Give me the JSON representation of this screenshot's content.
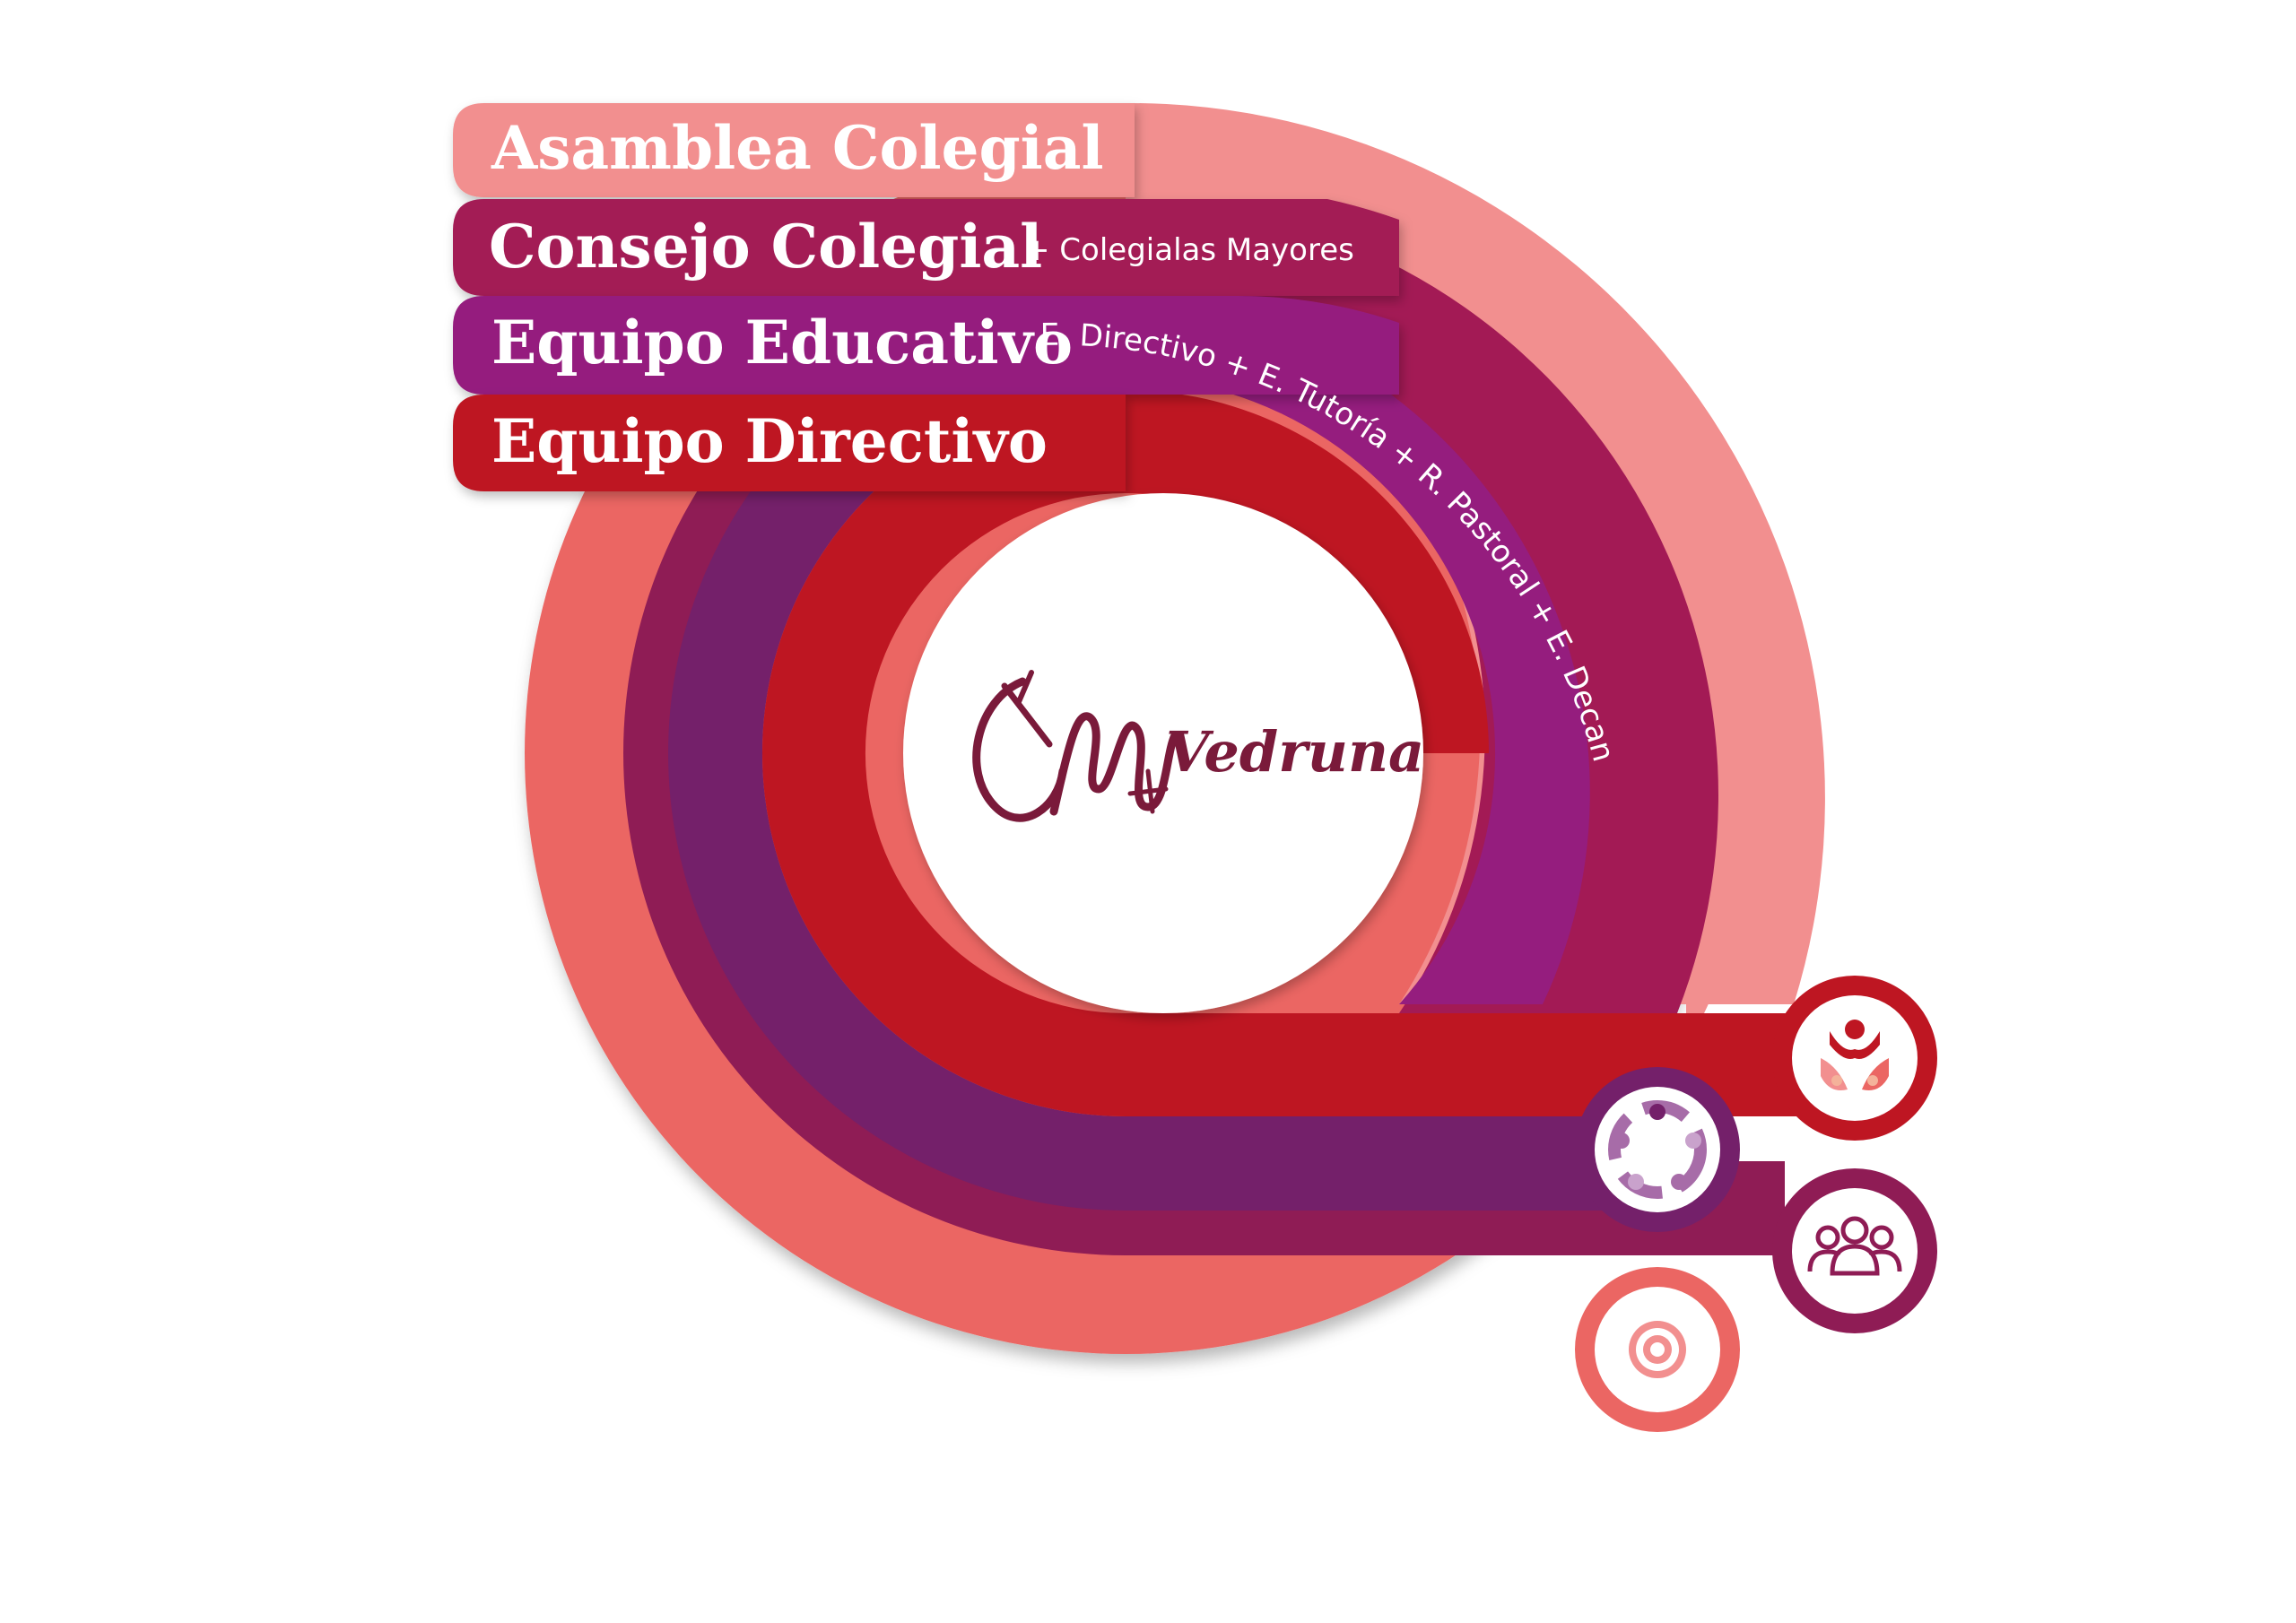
{
  "colors": {
    "asamblea": "#f28f8f",
    "consejo": "#a31a55",
    "educativo": "#951d7e",
    "directivo": "#be1622",
    "outer_ring": "#eb6663",
    "ring_2": "#8f1c55",
    "ring_3": "#74206a",
    "logo": "#7a1a3a"
  },
  "levels": [
    {
      "key": "asamblea",
      "title": "Asamblea Colegial"
    },
    {
      "key": "consejo",
      "title": "Consejo Colegial",
      "extra": "+ Colegialas Mayores"
    },
    {
      "key": "educativo",
      "title": "Equipo Educativo",
      "extra": "E. Directivo + E. Tutoría + R. Pastoral + E. Decanato"
    },
    {
      "key": "directivo",
      "title": "Equipo Directivo"
    }
  ],
  "logo": {
    "text": "Vedruna"
  },
  "icons": [
    {
      "name": "community-flower-icon"
    },
    {
      "name": "group-circle-icon"
    },
    {
      "name": "people-icon"
    },
    {
      "name": "target-icon"
    }
  ]
}
